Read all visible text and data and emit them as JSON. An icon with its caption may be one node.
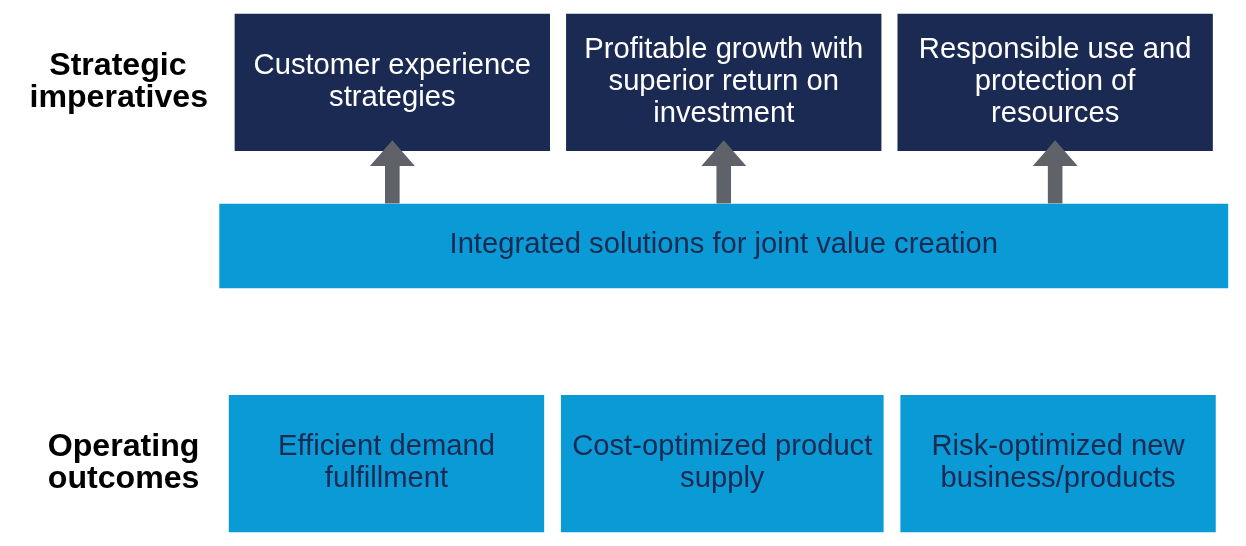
{
  "diagram": {
    "nodes": [
      {
        "text": [
          "Customer experience strategies"
        ]
      },
      {
        "text": [
          "Profitable growth with superior return on investment"
        ]
      },
      {
        "text": [
          "Responsible use and protection of resources"
        ]
      },
      {
        "text": [
          "Integrated solutions for joint value creation"
        ]
      },
      {
        "text": [
          "Efficient demand fulfillment"
        ]
      },
      {
        "text": [
          "Cost-optimized product supply"
        ]
      },
      {
        "text": [
          "Risk-optimized new business/products"
        ]
      }
    ],
    "edges": [
      {
        "from": 3,
        "to": 0,
        "arrow": "to"
      },
      {
        "from": 3,
        "to": 1,
        "arrow": "to"
      },
      {
        "from": 3,
        "to": 2,
        "arrow": "to"
      }
    ],
    "labels": [
      "Strategic imperatives",
      "Operating outcomes"
    ]
  }
}
